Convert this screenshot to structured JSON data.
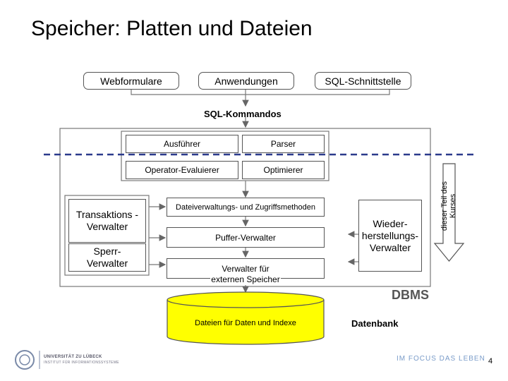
{
  "slide": {
    "title": "Speicher: Platten und Dateien",
    "page_number": "4"
  },
  "diagram": {
    "inputs": {
      "web": "Webformulare",
      "apps": "Anwendungen",
      "sql": "SQL-Schnittstelle"
    },
    "sql_commands": "SQL-Kommandos",
    "query_layer": {
      "executor": "Ausführer",
      "parser": "Parser",
      "operator_eval": "Operator-Evaluierer",
      "optimizer": "Optimierer"
    },
    "storage_layer": {
      "file_access": "Dateiverwaltungs- und Zugriffsmethoden",
      "buffer": "Puffer-Verwalter",
      "ext_storage": "Verwalter für externen Speicher"
    },
    "left_managers": {
      "transaction": "Transaktions - Verwalter",
      "lock": "Sperr- Verwalter"
    },
    "recovery": "Wieder- herstellungs- Verwalter",
    "course_arrow": "dieser Teil des Kurses",
    "dbms_label": "DBMS",
    "database_label": "Datenbank",
    "files_label": "Dateien für Daten und Indexe"
  },
  "footer": {
    "university_line1": "UNIVERSITÄT ZU LÜBECK",
    "university_line2": "INSTITUT FÜR INFORMATIONSSYSTEME",
    "slogan": "IM FOCUS DAS LEBEN"
  },
  "colors": {
    "cylinder_fill": "#ffff00",
    "dashed_line": "#2b3a8c",
    "slogan": "#7a9cc9"
  }
}
